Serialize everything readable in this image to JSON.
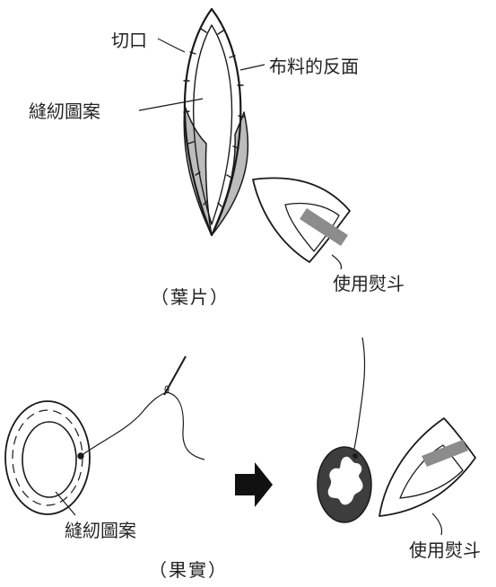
{
  "labels": {
    "cut_edge": "切口",
    "fabric_back": "布料的反面",
    "seam_pattern_leaf": "縫紉圖案",
    "use_iron_leaf": "使用熨斗",
    "caption_leaf": "（葉片）",
    "seam_pattern_fruit": "縫紉圖案",
    "use_iron_fruit": "使用熨斗",
    "caption_fruit": "（果實）"
  },
  "colors": {
    "outline": "#1a1a1a",
    "fabric_back_fill": "#bcbcbc",
    "iron_handle": "#8c8c8c",
    "fruit_fill": "#3d3d3d",
    "arrow": "#111111"
  }
}
